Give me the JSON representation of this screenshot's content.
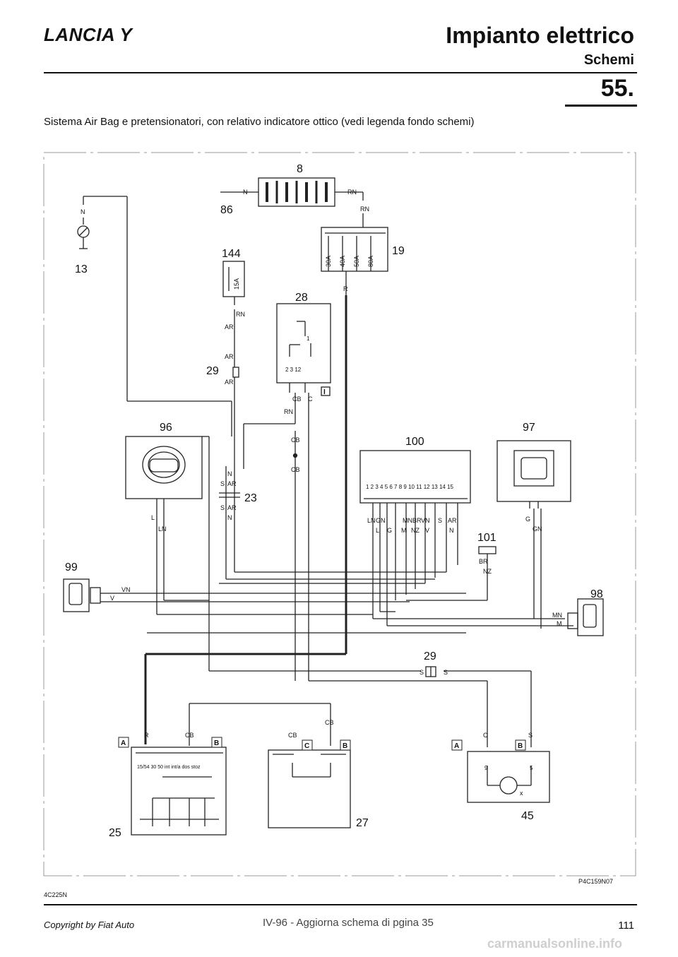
{
  "header": {
    "brand": "LANCIA Y",
    "title": "Impianto elettrico",
    "section": "Schemi",
    "page_number": "55."
  },
  "caption": "Sistema Air Bag e pretensionatori, con relativo indicatore ottico (vedi legenda fondo schemi)",
  "diagram": {
    "components": {
      "c8": "8",
      "c86": "86",
      "c13": "13",
      "c144": "144",
      "c19": "19",
      "c28": "28",
      "c29a": "29",
      "c29b": "29",
      "c96": "96",
      "c97": "97",
      "c100": "100",
      "c101": "101",
      "c23": "23",
      "c99": "99",
      "c98": "98",
      "c25": "25",
      "c27": "27",
      "c45": "45"
    },
    "fuses": {
      "f15": "15A",
      "f30": "30A",
      "f40": "40A",
      "f50": "50A",
      "f80": "80A"
    },
    "wires": {
      "N": "N",
      "RN": "RN",
      "AR": "AR",
      "R": "R",
      "CB": "CB",
      "C": "C",
      "S": "S",
      "L": "L",
      "LN": "LN",
      "VN": "VN",
      "V": "V",
      "G": "G",
      "GN": "GN",
      "MN": "MN",
      "M": "M",
      "BR": "BR",
      "NZ": "NZ",
      "VN100": "VN",
      "MN100": "MN",
      "LN100": "LN",
      "GN100": "GN",
      "x": "x"
    },
    "pins100": "1 2 3 4 5 6 7 8 9 10 11 12 13 14 15",
    "pins28": "2 3  12",
    "pin1": "1",
    "connectors": {
      "A": "A",
      "B": "B",
      "C": "C",
      "I": "I"
    },
    "pins25": "15/54  30   50   int   int/a   dos   stoz",
    "pins45a": "9",
    "pins45b": "5"
  },
  "footer": {
    "code_left": "4C225N",
    "code_right": "P4C159N07",
    "copyright": "Copyright by Fiat Auto",
    "update_note": "IV-96 - Aggiorna schema di pgina 35",
    "page": "111",
    "watermark": "carmanualsonline.info"
  }
}
